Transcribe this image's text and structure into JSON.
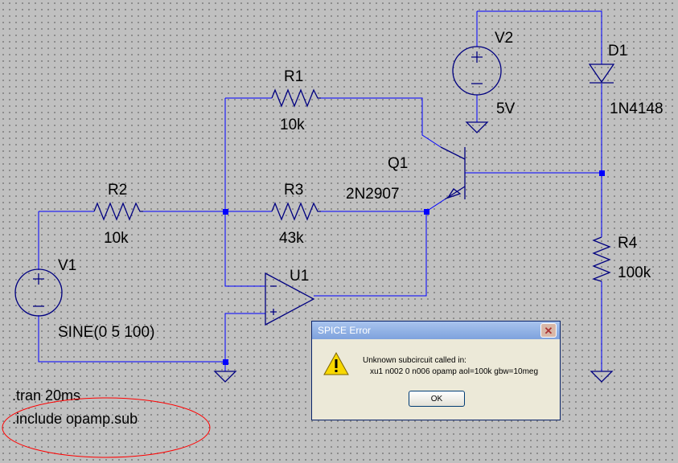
{
  "components": {
    "r1": {
      "name": "R1",
      "value": "10k"
    },
    "r2": {
      "name": "R2",
      "value": "10k"
    },
    "r3": {
      "name": "R3",
      "value": "43k"
    },
    "r4": {
      "name": "R4",
      "value": "100k"
    },
    "v1": {
      "name": "V1",
      "value": "SINE(0 5 100)"
    },
    "v2": {
      "name": "V2",
      "value": "5V"
    },
    "d1": {
      "name": "D1",
      "value": "1N4148"
    },
    "q1": {
      "name": "Q1",
      "value": "2N2907"
    },
    "u1": {
      "name": "U1"
    }
  },
  "directives": {
    "tran": ".tran 20ms",
    "include": ".include opamp.sub"
  },
  "dialog": {
    "title": "SPICE Error",
    "close": "✕",
    "line1": "Unknown subcircuit called in:",
    "line2": "xu1 n002 0 n006 opamp aol=100k gbw=10meg",
    "ok": "OK"
  },
  "colors": {
    "wire": "#0000ff",
    "component": "#000080",
    "annotation": "#ff0000"
  }
}
